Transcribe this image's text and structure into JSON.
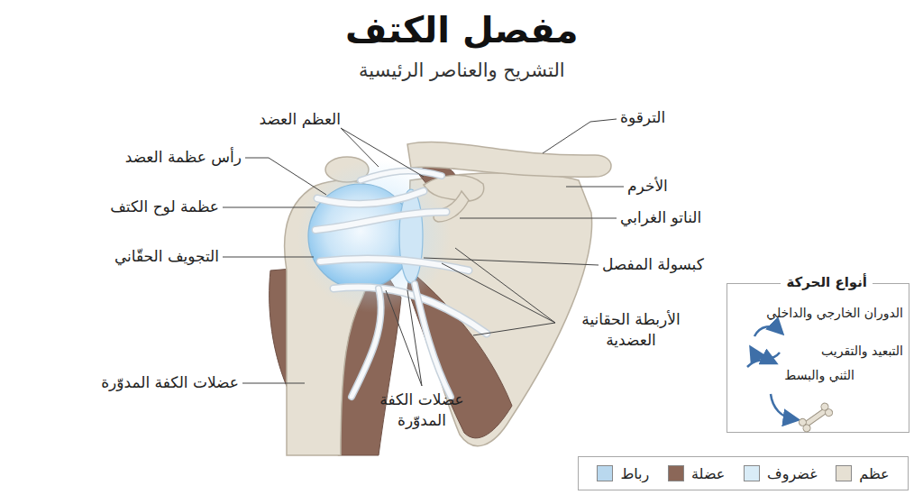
{
  "diagram": {
    "title": "مفصل الكتف",
    "nodes": [
      {
        "text": [
          "أنواع الحركة",
          "الدوران الخارجي والداخلي",
          "التبعيد والتقريب",
          "الثني والبسط"
        ]
      }
    ],
    "labels": [
      "التشريح والعناصر الرئيسية",
      "العظم العضد",
      "رأس عظمة العضد",
      "عظمة لوح الكتف",
      "التجويف الحقّاني",
      "عضلات الكفة المدوّرة",
      "عضلات الكفة المدوّرة",
      "الترقوة",
      "الأخرم",
      "الناتو الغرابي",
      "كبسولة المفصل",
      "الأربطة الحقانية العضدية"
    ],
    "legend": [
      {
        "text": "عظم",
        "color": "#e6e0d3"
      },
      {
        "text": "غضروف",
        "color": "#d9ecf7"
      },
      {
        "text": "عضلة",
        "color": "#8b6758"
      },
      {
        "text": "رباط",
        "color": "#b9d8ee"
      }
    ]
  }
}
